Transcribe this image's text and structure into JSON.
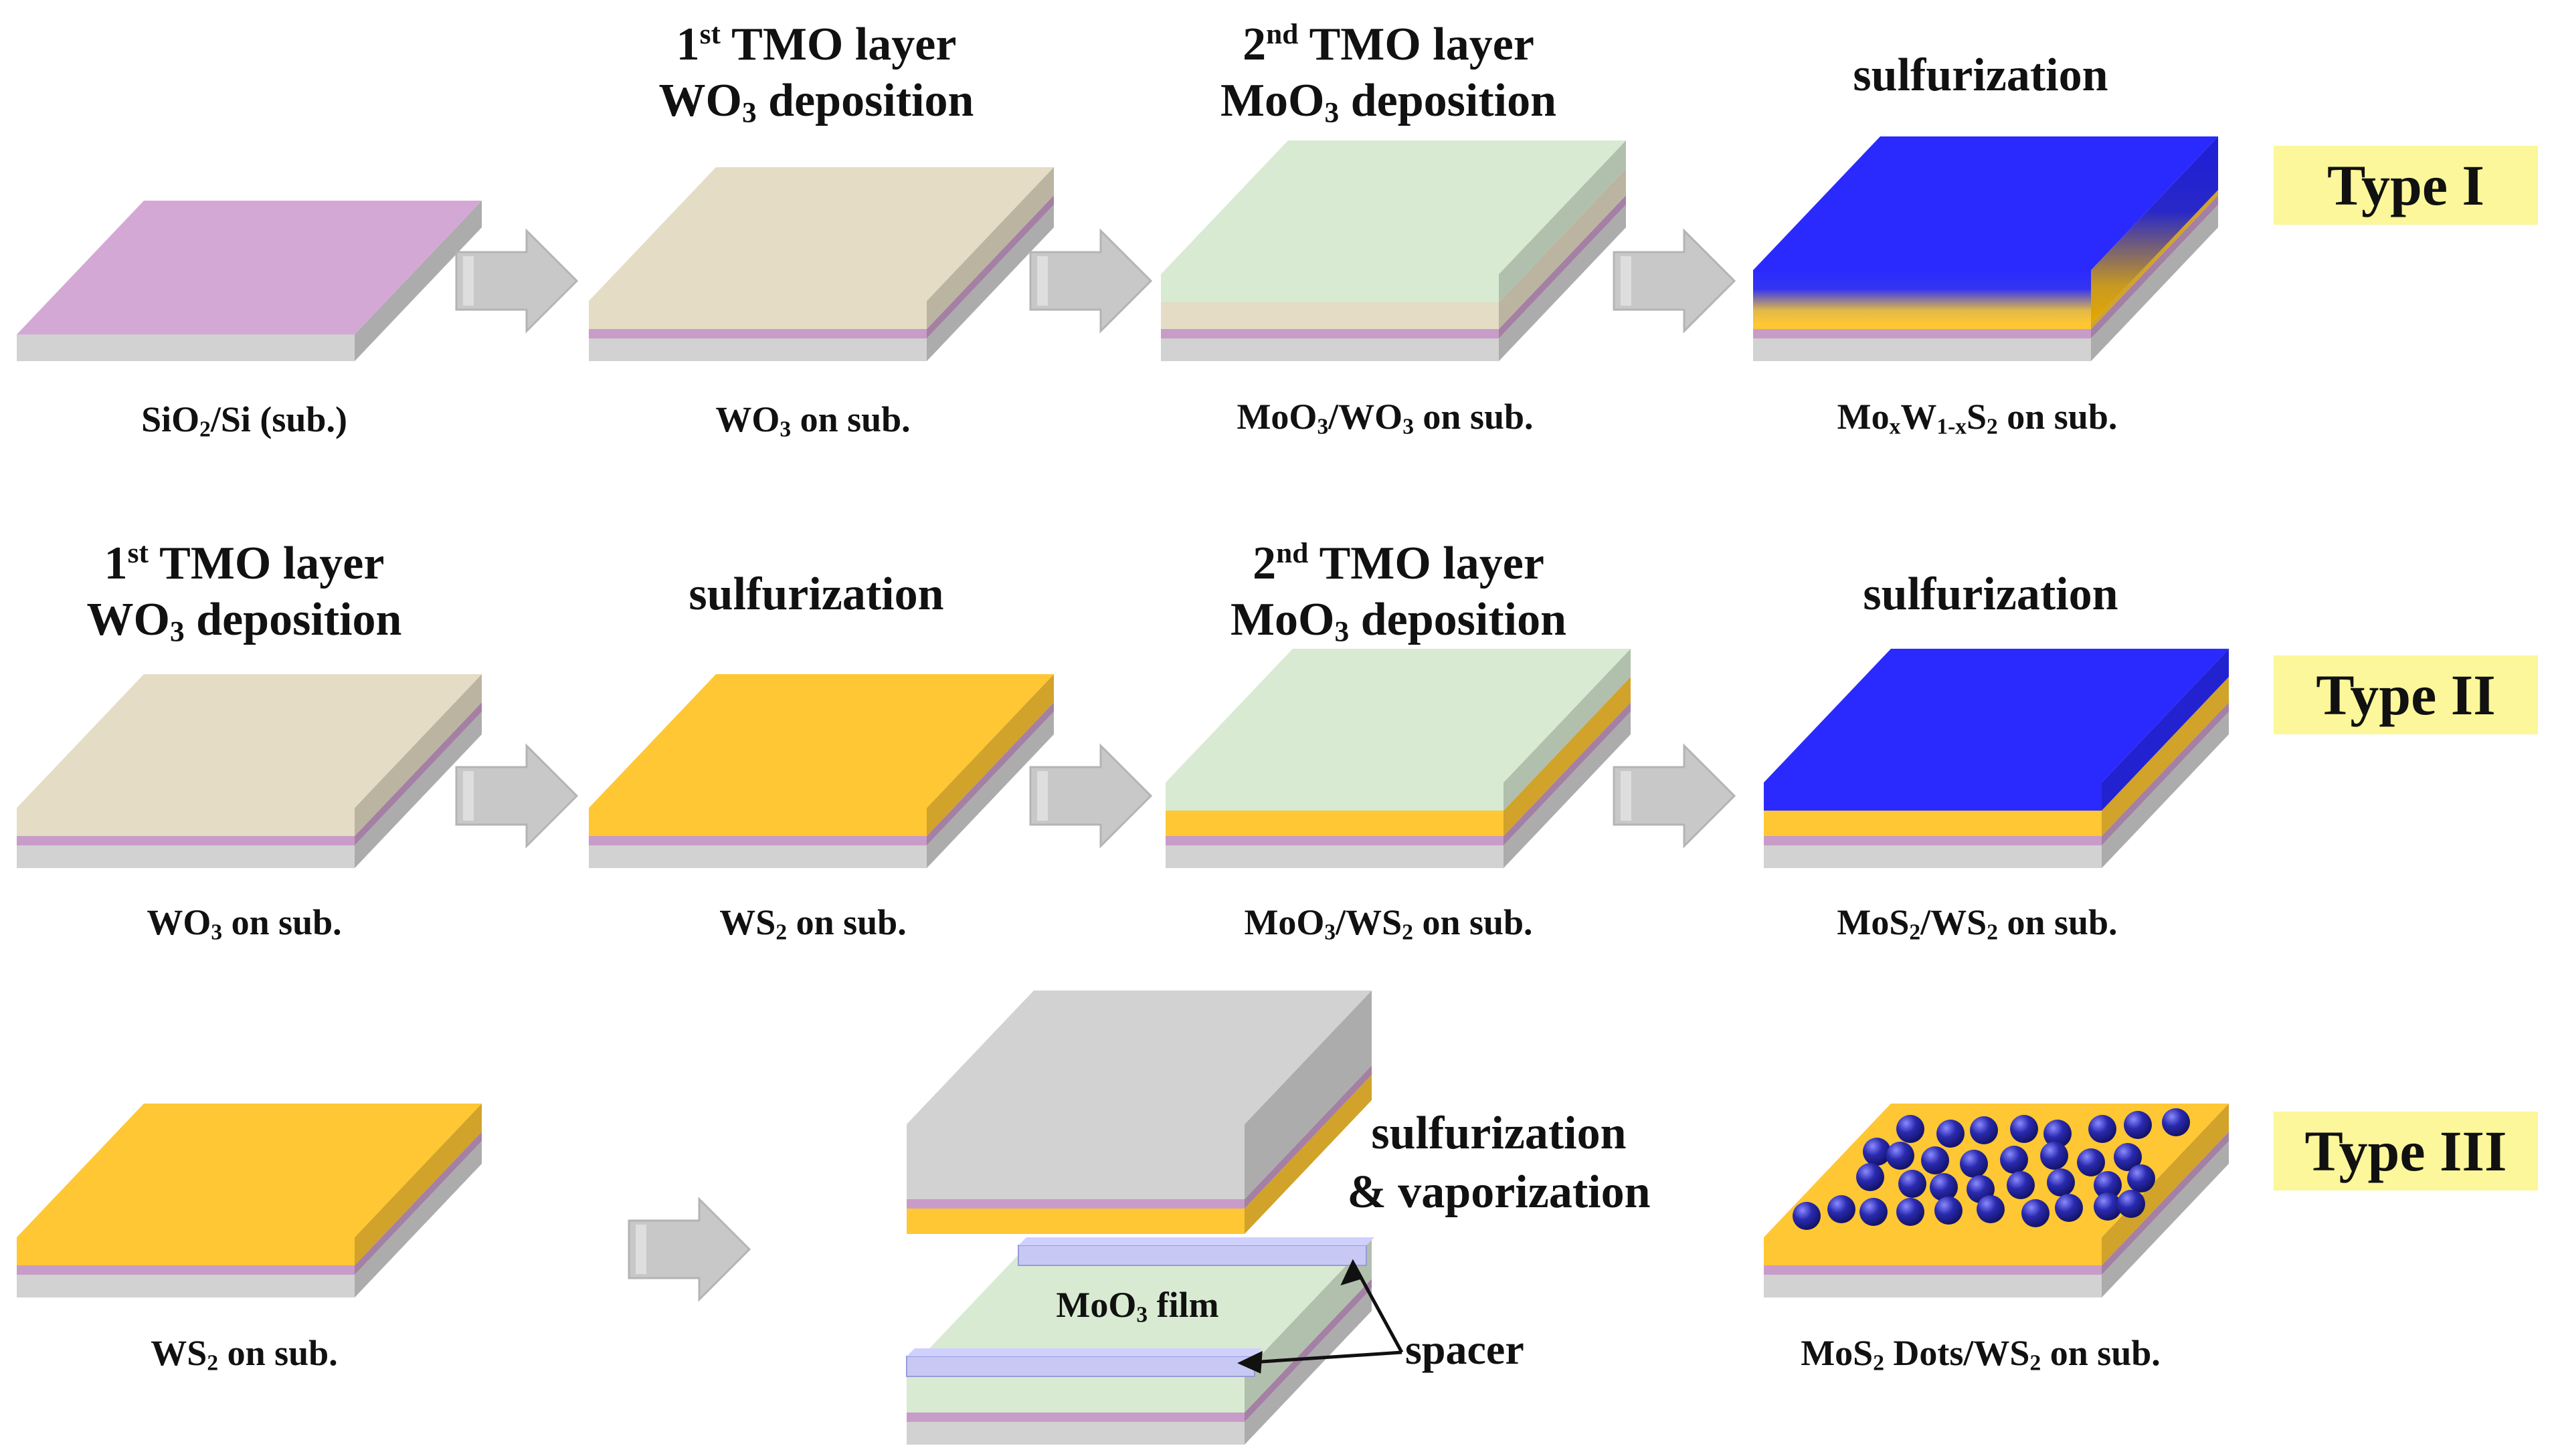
{
  "colors": {
    "substrate": "#d2d2d2",
    "sio2": "#c89cc8",
    "sio2_top": "#d4a8d4",
    "wo3": "#e4dcc4",
    "moo3": "#d8ead2",
    "ws2": "#ffc733",
    "mos2": "#2a2aff",
    "spacer": "#c8c8f4",
    "arrow": "#c8c8c8",
    "badge": "#fbf79a",
    "dot": "#2a2aa8"
  },
  "types": [
    {
      "label": "Type I"
    },
    {
      "label": "Type II"
    },
    {
      "label": "Type III"
    }
  ],
  "row1": {
    "step2": {
      "l1": "1",
      "l1sup": "st",
      "l1rest": " TMO layer",
      "l2": "WO",
      "l2sub": "3",
      "l2rest": " deposition"
    },
    "step3": {
      "l1": "2",
      "l1sup": "nd",
      "l1rest": " TMO layer",
      "l2": "MoO",
      "l2sub": "3",
      "l2rest": " deposition"
    },
    "step4": {
      "l1": "sulfurization"
    },
    "cap1": {
      "a": "SiO",
      "s": "2",
      "b": "/Si (sub.)"
    },
    "cap2": {
      "a": "WO",
      "s": "3",
      "b": " on sub."
    },
    "cap3": {
      "a": "MoO",
      "s1": "3",
      "m": "/WO",
      "s2": "3",
      "b": " on sub."
    },
    "cap4": {
      "a": "Mo",
      "s1": "x",
      "m": "W",
      "s2": "1-x",
      "m2": "S",
      "s3": "2",
      "b": " on sub."
    }
  },
  "row2": {
    "step1": {
      "l1": "1",
      "l1sup": "st",
      "l1rest": " TMO layer",
      "l2": "WO",
      "l2sub": "3",
      "l2rest": " deposition"
    },
    "step2": {
      "l1": "sulfurization"
    },
    "step3": {
      "l1": "2",
      "l1sup": "nd",
      "l1rest": " TMO layer",
      "l2": "MoO",
      "l2sub": "3",
      "l2rest": " deposition"
    },
    "step4": {
      "l1": "sulfurization"
    },
    "cap1": {
      "a": "WO",
      "s": "3",
      "b": " on sub."
    },
    "cap2": {
      "a": "WS",
      "s": "2",
      "b": " on sub."
    },
    "cap3": {
      "a": "MoO",
      "s1": "3",
      "m": "/WS",
      "s2": "2",
      "b": " on sub."
    },
    "cap4": {
      "a": "MoS",
      "s1": "2",
      "m": "/WS",
      "s2": "2",
      "b": " on sub."
    }
  },
  "row3": {
    "step": {
      "l1": "sulfurization",
      "l2": "& vaporization"
    },
    "film": {
      "a": "MoO",
      "s": "3",
      "b": " film"
    },
    "spacer": "spacer",
    "cap1": {
      "a": "WS",
      "s": "2",
      "b": " on sub."
    },
    "cap4": {
      "a": "MoS",
      "s1": "2",
      "m": " Dots/WS",
      "s2": "2",
      "b": " on sub."
    }
  }
}
